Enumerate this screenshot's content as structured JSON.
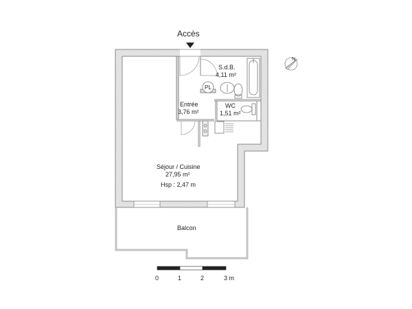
{
  "plan": {
    "access_label": "Accès",
    "rooms": [
      {
        "id": "sdb",
        "name": "S.d.B.",
        "area": "4,11 m²"
      },
      {
        "id": "entree",
        "name": "Entrée",
        "area": "3,76 m²"
      },
      {
        "id": "wc",
        "name": "WC",
        "area": "1,51 m²"
      },
      {
        "id": "sejour",
        "name": "Séjour / Cuisine",
        "area": "27,95 m²",
        "height": "Hsp : 2,47 m"
      },
      {
        "id": "balcon",
        "name": "Balcon"
      }
    ],
    "fixtures": {
      "pl_label": "PL"
    },
    "scale": {
      "ticks": [
        "0",
        "1",
        "2",
        "3 m"
      ]
    },
    "compass": {
      "label": "N"
    }
  }
}
